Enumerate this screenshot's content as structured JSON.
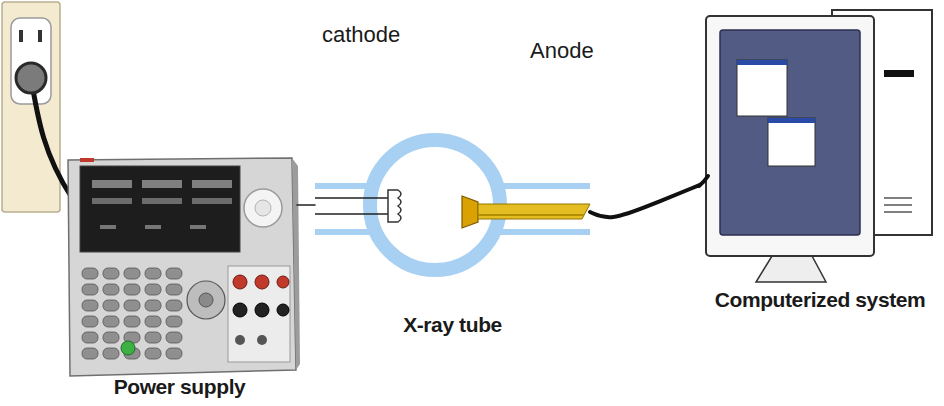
{
  "diagram": {
    "nodes": [
      {
        "text": [
          "Power supply"
        ]
      },
      {
        "text": [
          "X-ray tube"
        ]
      },
      {
        "text": [
          "Computerized system"
        ]
      }
    ],
    "edges": [
      {
        "from": 0,
        "to": 1,
        "arrow": "none"
      },
      {
        "from": 1,
        "to": 2,
        "arrow": "none"
      }
    ],
    "labels": [
      "cathode",
      "Anode"
    ]
  }
}
